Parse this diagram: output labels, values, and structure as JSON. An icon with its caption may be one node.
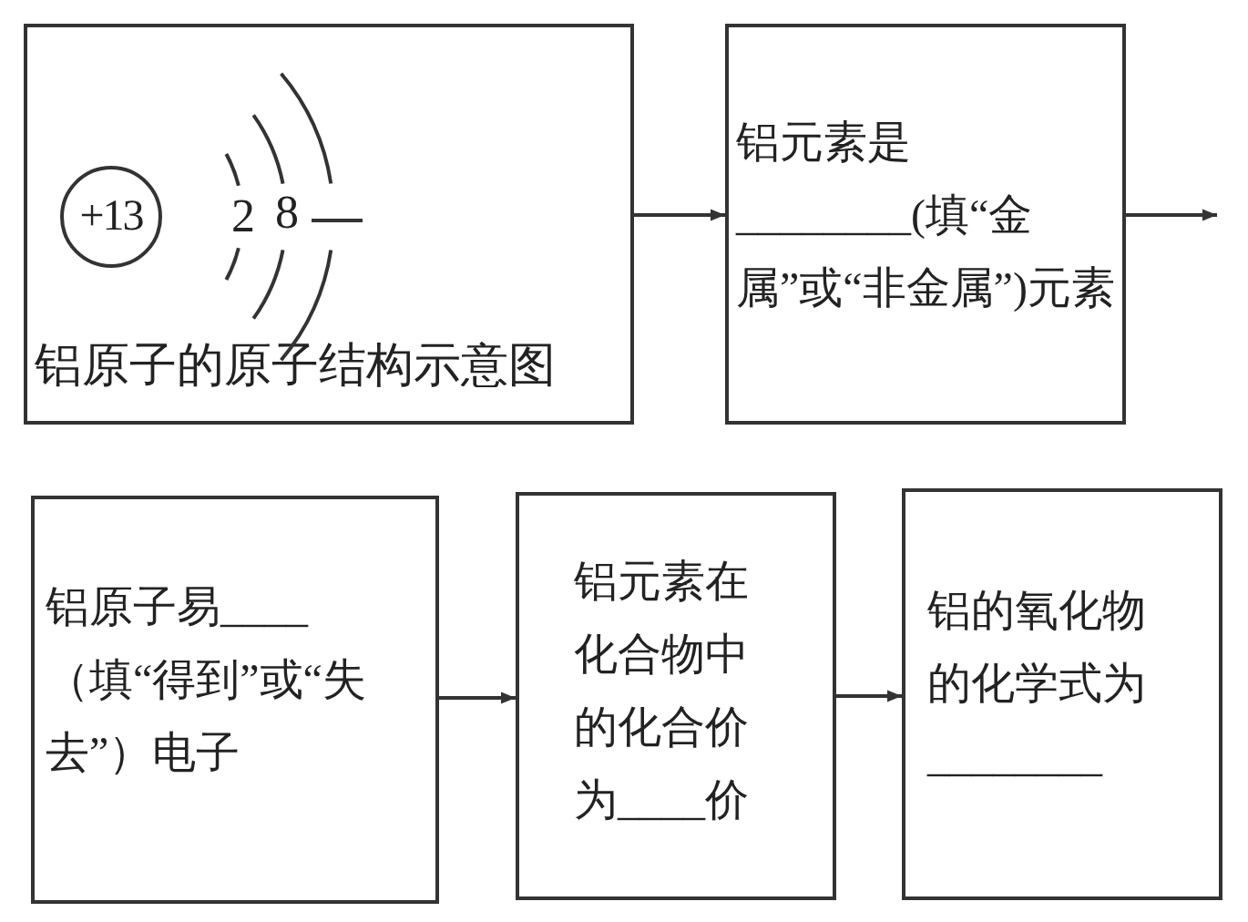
{
  "diagram": {
    "nodes": [
      {
        "text": [
          "铝原子的原子结构示意图"
        ]
      },
      {
        "text": [
          "+13"
        ],
        "in": 0
      },
      {
        "text": [
          "铝元素是________(填“金属”或“非金属”)元素"
        ]
      },
      {
        "text": [
          "铝原子易____（填“得到”或“失去”）电子"
        ]
      },
      {
        "text": [
          "铝元素在化合物中的化合价为____价"
        ]
      },
      {
        "text": [
          "铝的氧化物的化学式为________"
        ]
      }
    ],
    "edges": [
      {
        "from": 0,
        "to": 2,
        "arrow": "to"
      },
      {
        "from": 2,
        "to": null,
        "arrow": "to"
      },
      {
        "from": 3,
        "to": 4,
        "arrow": "to"
      },
      {
        "from": 4,
        "to": 5,
        "arrow": "to"
      }
    ],
    "labels": [
      "2",
      "8"
    ]
  }
}
